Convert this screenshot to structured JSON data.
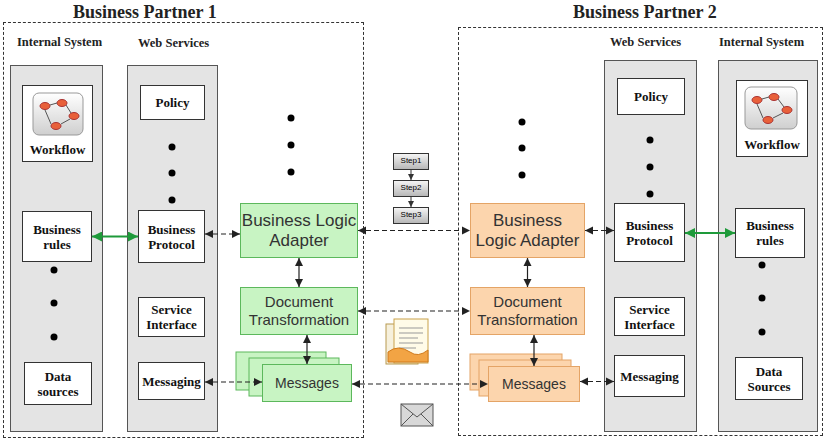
{
  "diagram": {
    "nodes": [
      {
        "text": [
          "Business Partner 1"
        ]
      },
      {
        "text": [
          "Internal System"
        ],
        "in": 0
      },
      {
        "text": [
          "Workflow"
        ],
        "in": 1
      },
      {
        "text": [
          "Business rules"
        ],
        "in": 1
      },
      {
        "text": [
          "Data sources"
        ],
        "in": 1
      },
      {
        "text": [
          "Web Services"
        ],
        "in": 0
      },
      {
        "text": [
          "Policy"
        ],
        "in": 5
      },
      {
        "text": [
          "Business Protocol"
        ],
        "in": 5
      },
      {
        "text": [
          "Service Interface"
        ],
        "in": 5
      },
      {
        "text": [
          "Messaging"
        ],
        "in": 5
      },
      {
        "text": [
          "Business Logic Adapter"
        ],
        "in": 0
      },
      {
        "text": [
          "Document Transformation"
        ],
        "in": 0
      },
      {
        "text": [
          "Messages"
        ],
        "in": 0
      },
      {
        "text": [
          "Business Partner 2"
        ]
      },
      {
        "text": [
          "Business Logic Adapter"
        ],
        "in": 13
      },
      {
        "text": [
          "Document Transformation"
        ],
        "in": 13
      },
      {
        "text": [
          "Messages"
        ],
        "in": 13
      },
      {
        "text": [
          "Web Services"
        ],
        "in": 13
      },
      {
        "text": [
          "Policy"
        ],
        "in": 17
      },
      {
        "text": [
          "Business Protocol"
        ],
        "in": 17
      },
      {
        "text": [
          "Service Interface"
        ],
        "in": 17
      },
      {
        "text": [
          "Messaging"
        ],
        "in": 17
      },
      {
        "text": [
          "Internal System"
        ],
        "in": 13
      },
      {
        "text": [
          "Workflow"
        ],
        "in": 22
      },
      {
        "text": [
          "Business rules"
        ],
        "in": 22
      },
      {
        "text": [
          "Data Sources"
        ],
        "in": 22
      }
    ],
    "edges": [
      {
        "from": 3,
        "to": 7,
        "arrow": "both"
      },
      {
        "from": 7,
        "to": 10,
        "arrow": "both"
      },
      {
        "from": 9,
        "to": 12,
        "arrow": "both"
      },
      {
        "from": 10,
        "to": 11,
        "arrow": "both"
      },
      {
        "from": 11,
        "to": 12,
        "arrow": "both"
      },
      {
        "from": 10,
        "to": 14,
        "arrow": "both"
      },
      {
        "from": 11,
        "to": 15,
        "arrow": "both"
      },
      {
        "from": 12,
        "to": 16,
        "arrow": "both"
      },
      {
        "from": 14,
        "to": 15,
        "arrow": "both"
      },
      {
        "from": 15,
        "to": 16,
        "arrow": "both"
      },
      {
        "from": 14,
        "to": 19,
        "arrow": "both"
      },
      {
        "from": 16,
        "to": 21,
        "arrow": "both"
      },
      {
        "from": 19,
        "to": 24,
        "arrow": "both"
      }
    ],
    "labels": [
      "Step1",
      "Step2",
      "Step3"
    ]
  }
}
